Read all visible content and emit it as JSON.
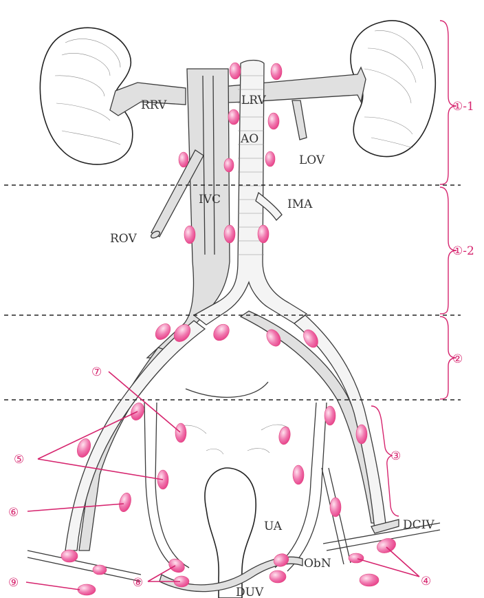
{
  "labels": {
    "rrv": "RRV",
    "lrv": "LRV",
    "ao": "AO",
    "lov": "LOV",
    "ivc": "IVC",
    "ima": "IMA",
    "rov": "ROV",
    "ua": "UA",
    "dciv": "DCIV",
    "obn": "ObN",
    "duv": "DUV"
  },
  "regions": {
    "r1_1": "①-1",
    "r1_2": "①-2",
    "r2": "②",
    "r3": "③"
  },
  "markers": {
    "m4": "④",
    "m5": "⑤",
    "m6": "⑥",
    "m7": "⑦",
    "m8": "⑧",
    "m9": "⑨"
  },
  "colors": {
    "lymph_node": "#e8418a",
    "annotation": "#d6246e"
  }
}
